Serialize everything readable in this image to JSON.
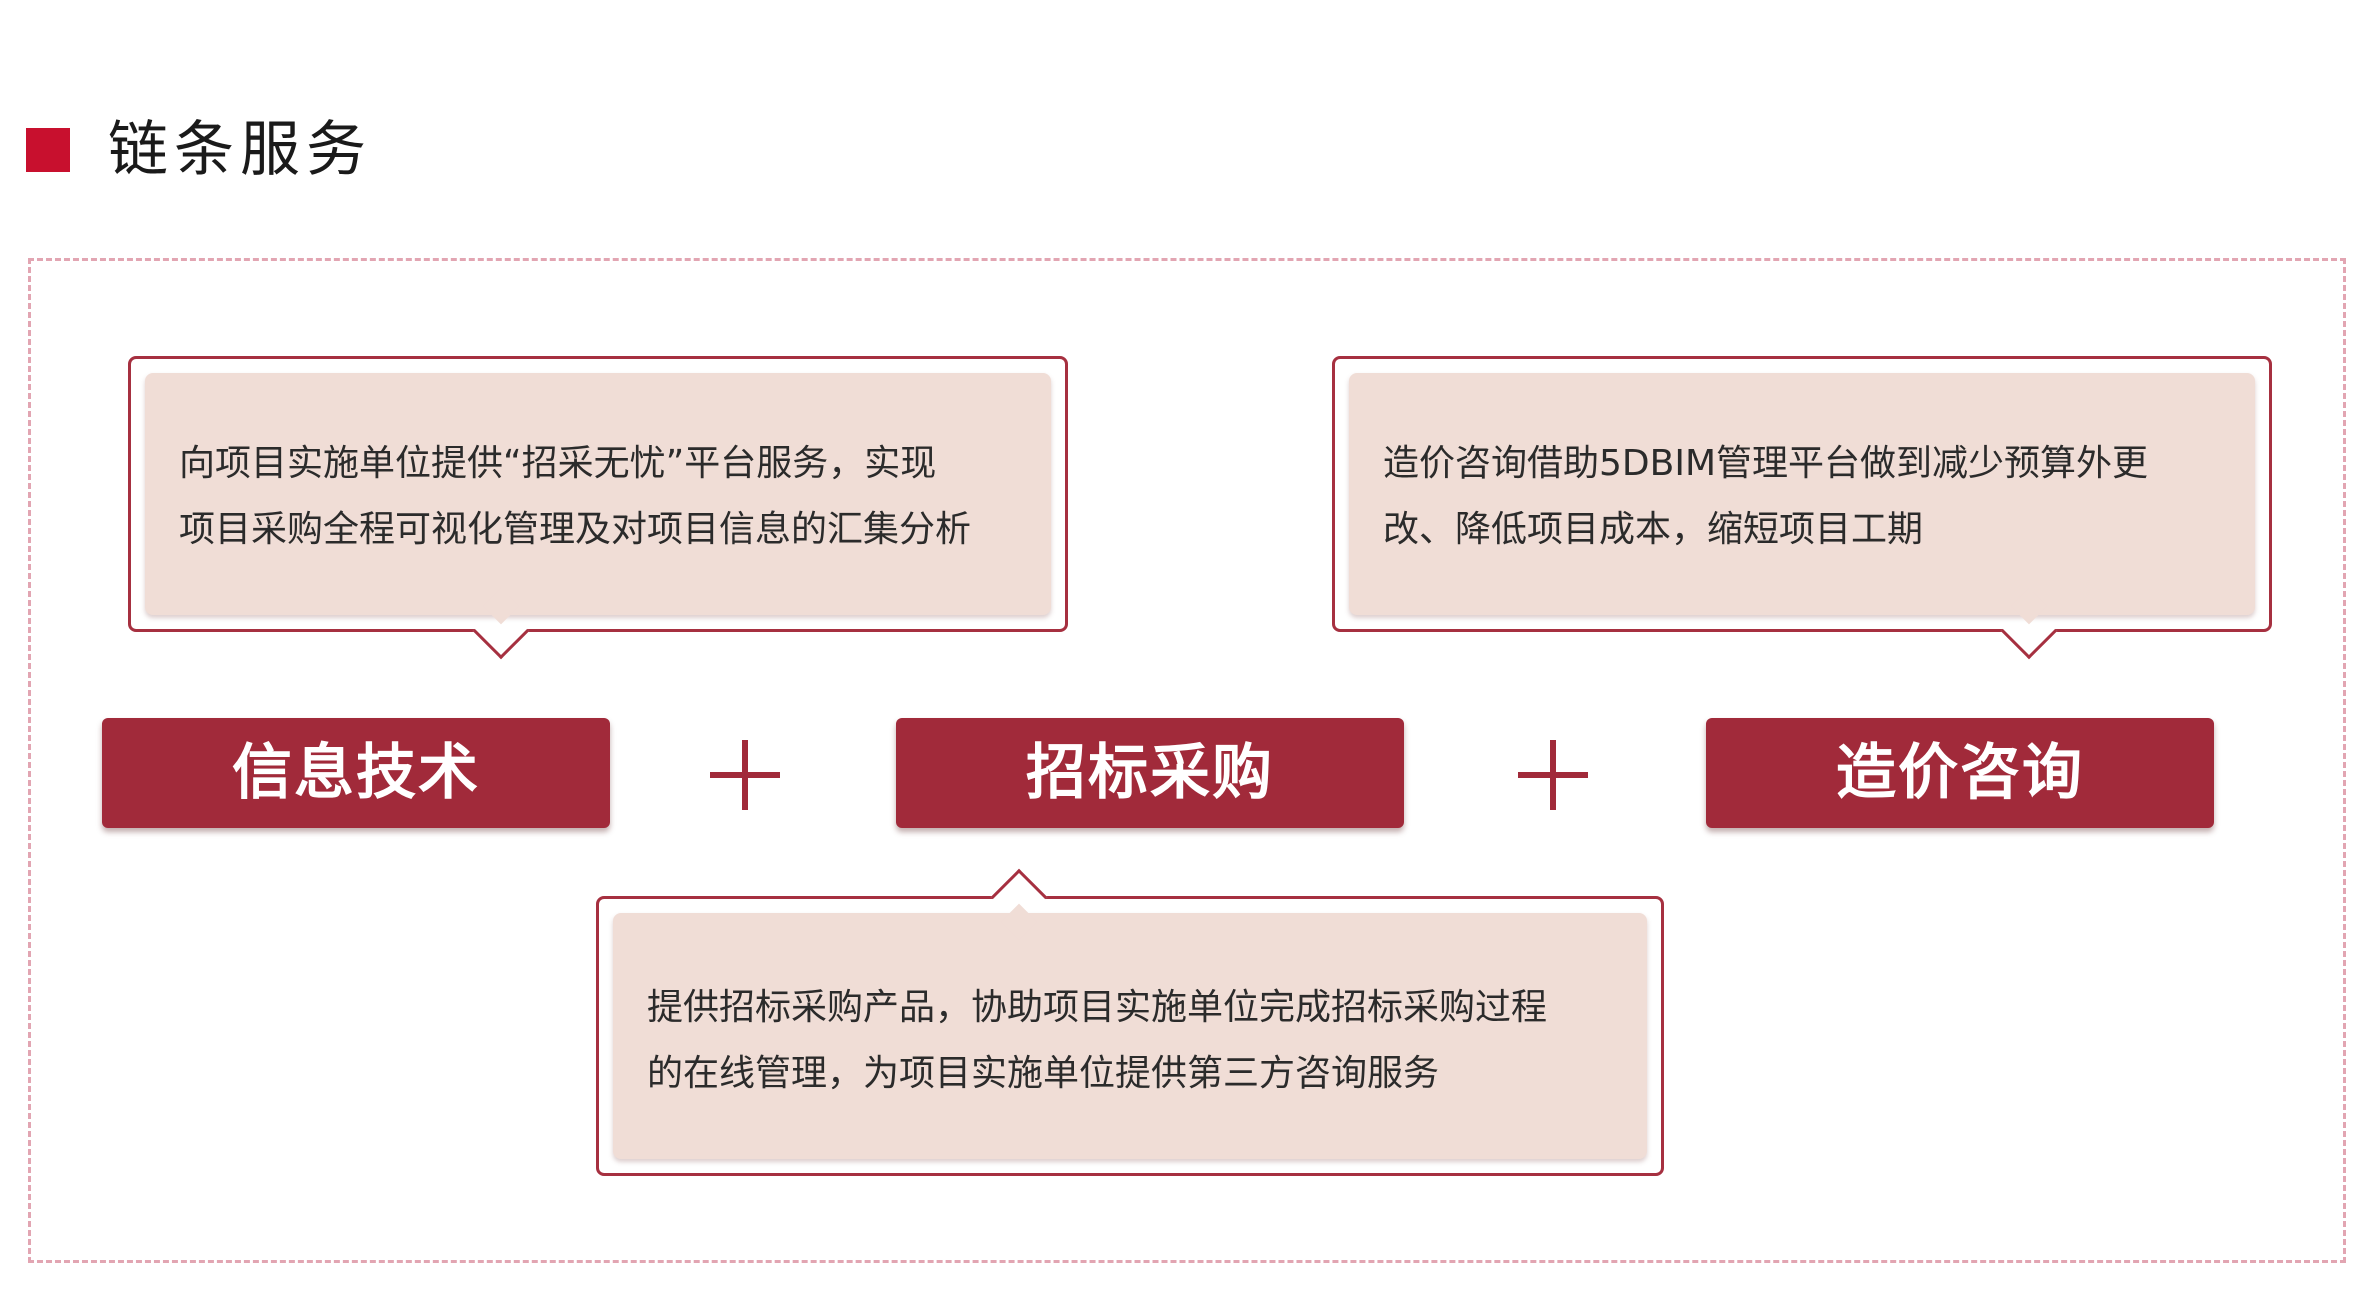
{
  "header": {
    "title": "链条服务"
  },
  "callouts": {
    "info_tech": {
      "lines": [
        "向项目实施单位提供“招采无忧”平台服务，实现",
        "项目采购全程可视化管理及对项目信息的汇集分析"
      ]
    },
    "cost_consulting": {
      "lines": [
        "造价咨询借助5DBIM管理平台做到减少预算外更",
        "改、降低项目成本，缩短项目工期"
      ]
    },
    "procurement": {
      "lines": [
        "提供招标采购产品，协助项目实施单位完成招标采购过程",
        "的在线管理，为项目实施单位提供第三方咨询服务"
      ]
    }
  },
  "pills": {
    "info_tech": "信息技术",
    "procurement": "招标采购",
    "cost_consulting": "造价咨询"
  },
  "colors": {
    "accent": "#c8102e",
    "pill": "#a12a3a",
    "callout_fill": "#f0ddd6",
    "frame_dash": "#e2a5b2"
  }
}
